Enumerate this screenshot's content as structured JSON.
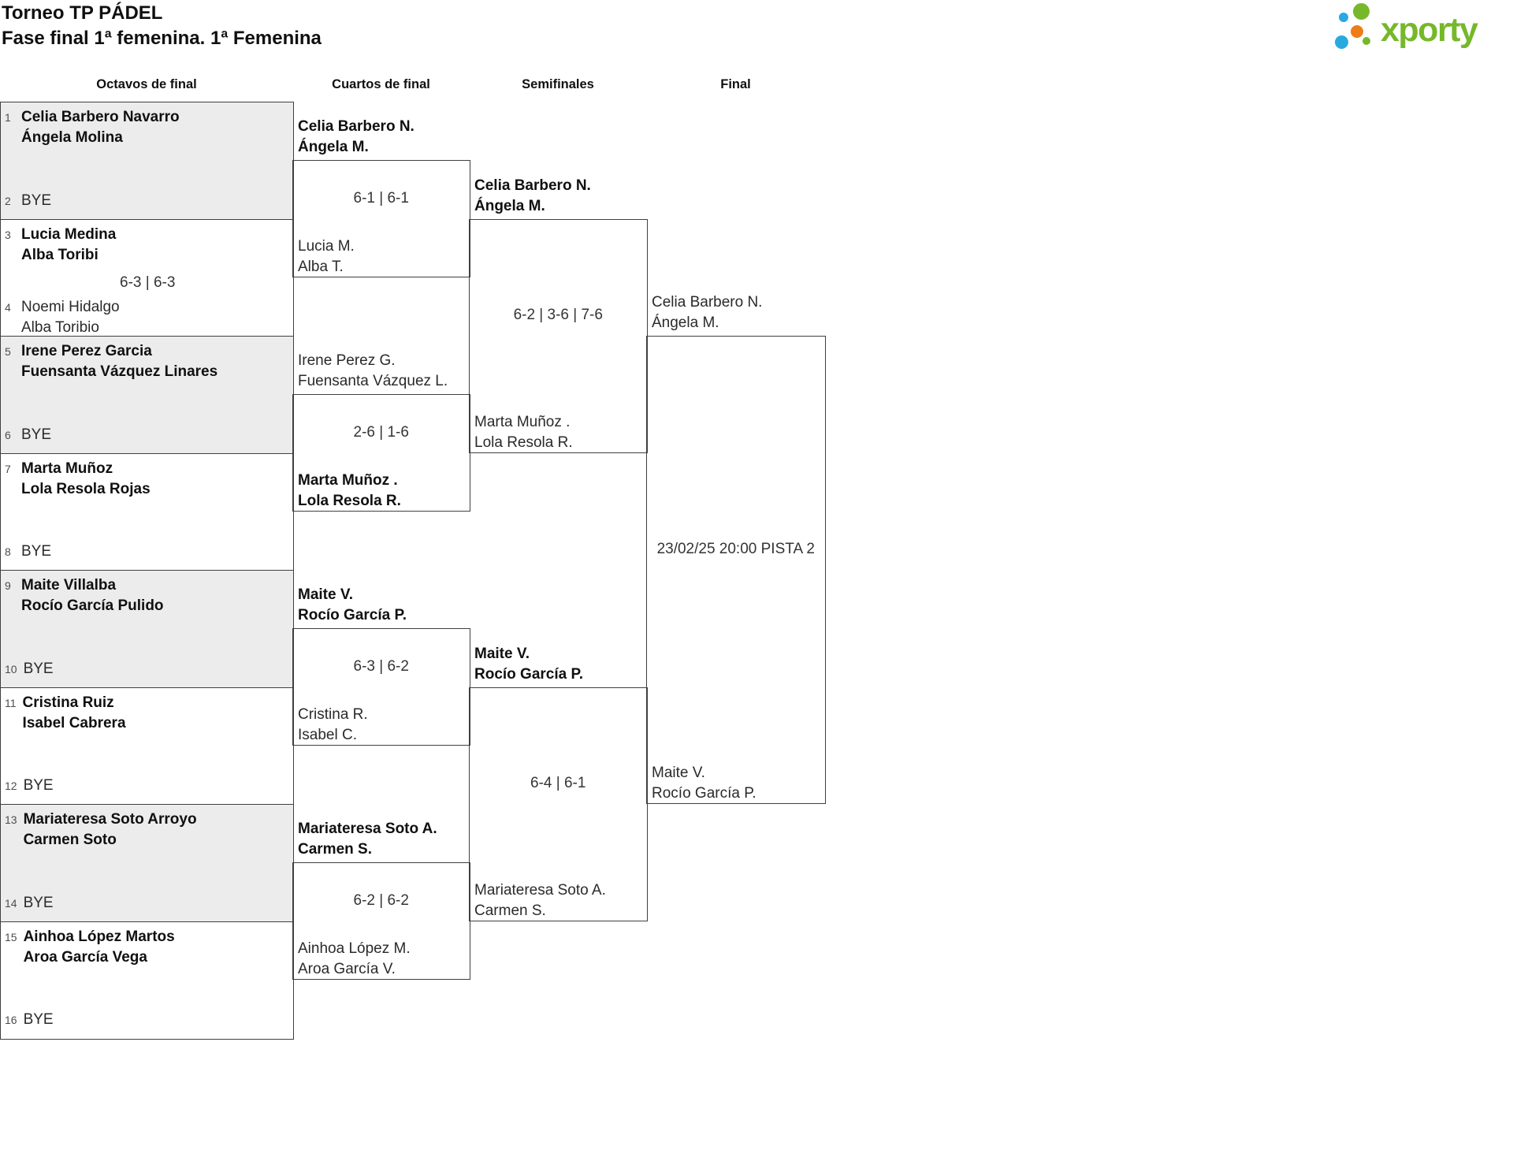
{
  "header": {
    "title": "Torneo TP PÁDEL",
    "subtitle": "Fase final 1ª femenina. 1ª Femenina"
  },
  "logo": {
    "brand": "xporty",
    "brand_color": "#76b82a",
    "dot_colors": {
      "green": "#76b82a",
      "blue": "#29a9e0",
      "orange": "#ee7d18"
    }
  },
  "round_headers": [
    "Octavos de final",
    "Cuartos de final",
    "Semifinales",
    "Final"
  ],
  "bracket": {
    "round_of_16": [
      {
        "seed_top": "1",
        "team_top": [
          "Celia Barbero Navarro",
          "Ángela Molina"
        ],
        "top_bold": true,
        "seed_bottom": "2",
        "team_bottom": [
          "BYE"
        ],
        "bottom_bold": false,
        "score": "",
        "shaded": true
      },
      {
        "seed_top": "3",
        "team_top": [
          "Lucia Medina",
          "Alba Toribi"
        ],
        "top_bold": true,
        "seed_bottom": "4",
        "team_bottom": [
          "Noemi Hidalgo",
          "Alba Toribio"
        ],
        "bottom_bold": false,
        "score": "6-3 | 6-3",
        "shaded": false
      },
      {
        "seed_top": "5",
        "team_top": [
          "Irene Perez Garcia",
          "Fuensanta Vázquez Linares"
        ],
        "top_bold": true,
        "seed_bottom": "6",
        "team_bottom": [
          "BYE"
        ],
        "bottom_bold": false,
        "score": "",
        "shaded": true
      },
      {
        "seed_top": "7",
        "team_top": [
          "Marta Muñoz",
          "Lola Resola Rojas"
        ],
        "top_bold": true,
        "seed_bottom": "8",
        "team_bottom": [
          "BYE"
        ],
        "bottom_bold": false,
        "score": "",
        "shaded": false
      },
      {
        "seed_top": "9",
        "team_top": [
          "Maite Villalba",
          "Rocío García Pulido"
        ],
        "top_bold": true,
        "seed_bottom": "10",
        "team_bottom": [
          "BYE"
        ],
        "bottom_bold": false,
        "score": "",
        "shaded": true
      },
      {
        "seed_top": "11",
        "team_top": [
          "Cristina Ruiz",
          "Isabel Cabrera"
        ],
        "top_bold": true,
        "seed_bottom": "12",
        "team_bottom": [
          "BYE"
        ],
        "bottom_bold": false,
        "score": "",
        "shaded": false
      },
      {
        "seed_top": "13",
        "team_top": [
          "Mariateresa Soto Arroyo",
          "Carmen Soto"
        ],
        "top_bold": true,
        "seed_bottom": "14",
        "team_bottom": [
          "BYE"
        ],
        "bottom_bold": false,
        "score": "",
        "shaded": true
      },
      {
        "seed_top": "15",
        "team_top": [
          "Ainhoa López Martos",
          "Aroa García Vega"
        ],
        "top_bold": true,
        "seed_bottom": "16",
        "team_bottom": [
          "BYE"
        ],
        "bottom_bold": false,
        "score": "",
        "shaded": false
      }
    ],
    "quarterfinals": [
      {
        "team_top": [
          "Celia Barbero N.",
          "Ángela M."
        ],
        "top_bold": true,
        "score": "6-1 | 6-1",
        "team_bottom": [
          "Lucia M.",
          "Alba T."
        ],
        "bottom_bold": false
      },
      {
        "team_top": [
          "Irene Perez G.",
          "Fuensanta Vázquez L."
        ],
        "top_bold": false,
        "score": "2-6 | 1-6",
        "team_bottom": [
          "Marta Muñoz .",
          "Lola Resola R."
        ],
        "bottom_bold": true
      },
      {
        "team_top": [
          "Maite V.",
          "Rocío García P."
        ],
        "top_bold": true,
        "score": "6-3 | 6-2",
        "team_bottom": [
          "Cristina R.",
          "Isabel C."
        ],
        "bottom_bold": false
      },
      {
        "team_top": [
          "Mariateresa Soto A.",
          "Carmen S."
        ],
        "top_bold": true,
        "score": "6-2 | 6-2",
        "team_bottom": [
          "Ainhoa López M.",
          "Aroa García V."
        ],
        "bottom_bold": false
      }
    ],
    "semifinals": [
      {
        "team_top": [
          "Celia Barbero N.",
          "Ángela M."
        ],
        "top_bold": true,
        "score": "6-2 | 3-6 | 7-6",
        "team_bottom": [
          "Marta Muñoz .",
          "Lola Resola R."
        ],
        "bottom_bold": false
      },
      {
        "team_top": [
          "Maite V.",
          "Rocío García P."
        ],
        "top_bold": true,
        "score": "6-4 | 6-1",
        "team_bottom": [
          "Mariateresa Soto A.",
          "Carmen S."
        ],
        "bottom_bold": false
      }
    ],
    "final": {
      "team_top": [
        "Celia Barbero N.",
        "Ángela M."
      ],
      "top_bold": false,
      "schedule": "23/02/25 20:00 PISTA 2",
      "team_bottom": [
        "Maite V.",
        "Rocío García P."
      ],
      "bottom_bold": false
    }
  },
  "colors": {
    "box_shade": "#ececec",
    "box_border": "#3f3f3f",
    "text": "#101010",
    "muted_text": "#4d4d4d"
  }
}
